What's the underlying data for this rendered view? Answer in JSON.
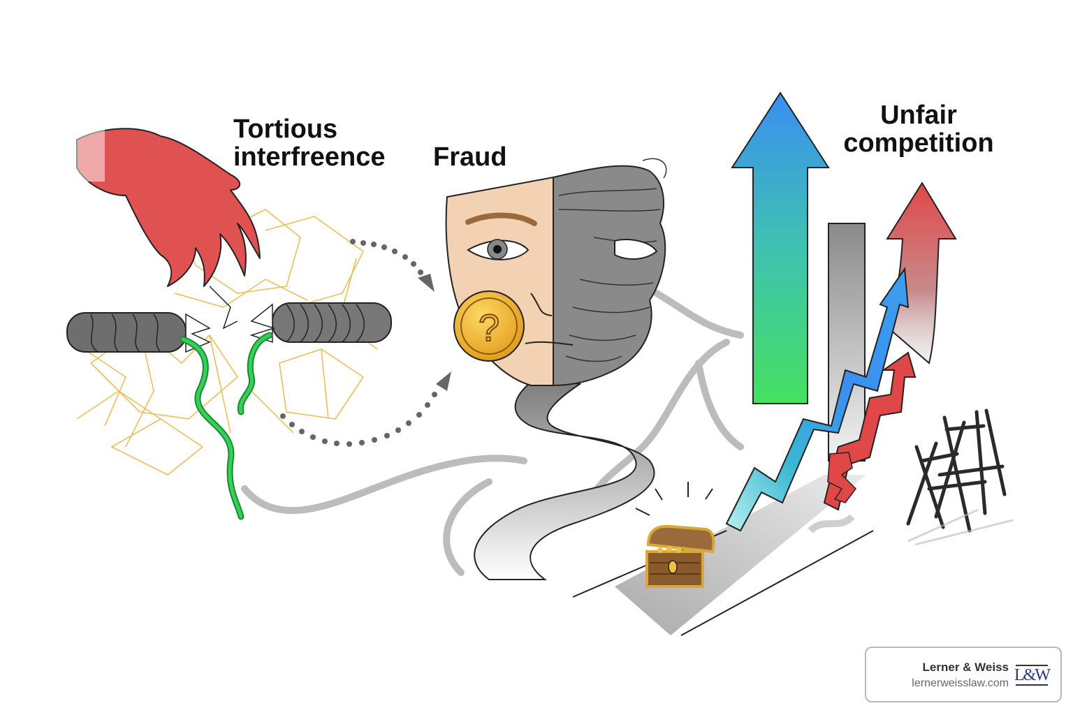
{
  "labels": {
    "tortious": "Tortious\ninterfreence",
    "tortious_line1": "Tortious",
    "tortious_line2": "interfreence",
    "fraud": "Fraud",
    "unfair_line1": "Unfair",
    "unfair_line2": "competition"
  },
  "brand": {
    "name": "Lerner & Weiss",
    "url": "lernerweisslaw.com",
    "logo_text": "L&W"
  },
  "colors": {
    "hand": "#e05252",
    "web": "#e8b84a",
    "vine": "#2fbf4f",
    "arrow_top": "#3a8ff0",
    "arrow_bottom": "#45e060",
    "red_arrow": "#e04848",
    "coin": "#f0b429",
    "skin": "#f3d2b3",
    "mask_gray": "#8a8a8a",
    "chest": "#9a6a3a"
  }
}
